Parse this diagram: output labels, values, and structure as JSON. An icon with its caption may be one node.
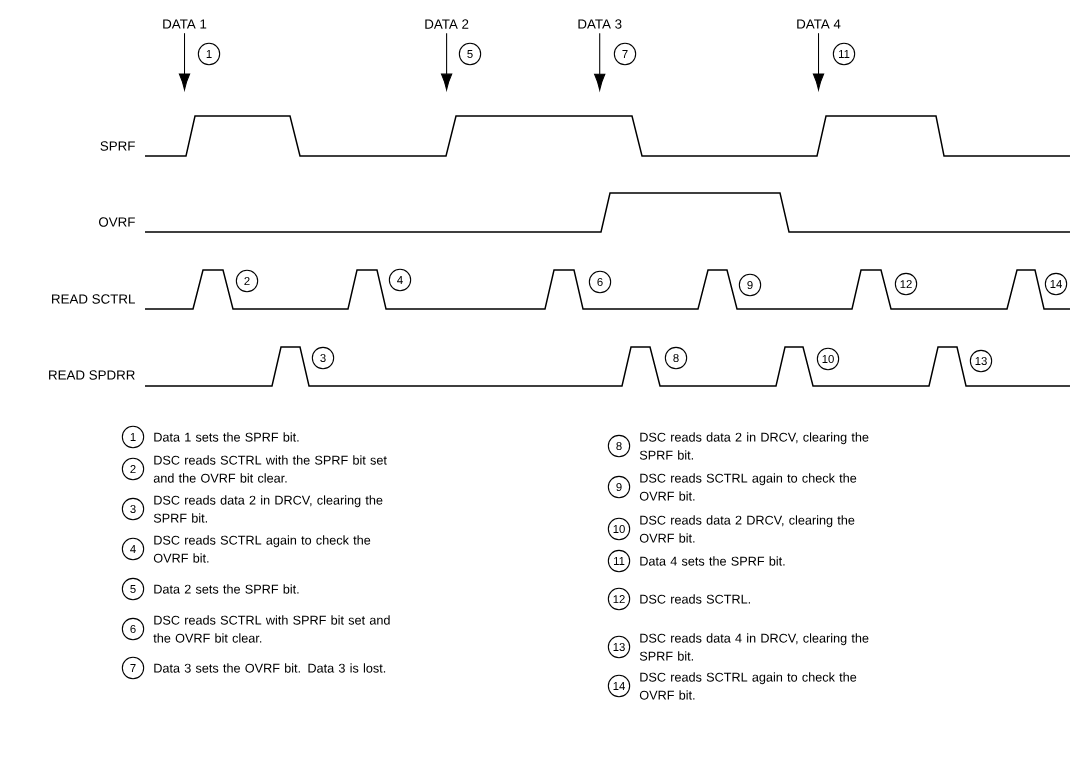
{
  "diagram": {
    "nodes": [
      {
        "text": [
          "DATA 1"
        ]
      },
      {
        "text": [
          "DATA 2"
        ]
      },
      {
        "text": [
          "DATA 3"
        ]
      },
      {
        "text": [
          "DATA 4"
        ]
      },
      {
        "text": [
          "1"
        ]
      },
      {
        "text": [
          "5"
        ]
      },
      {
        "text": [
          "7"
        ]
      },
      {
        "text": [
          "11"
        ]
      },
      {
        "text": [
          "2"
        ]
      },
      {
        "text": [
          "4"
        ]
      },
      {
        "text": [
          "6"
        ]
      },
      {
        "text": [
          "9"
        ]
      },
      {
        "text": [
          "12"
        ]
      },
      {
        "text": [
          "14"
        ]
      },
      {
        "text": [
          "3"
        ]
      },
      {
        "text": [
          "8"
        ]
      },
      {
        "text": [
          "10"
        ]
      },
      {
        "text": [
          "13"
        ]
      },
      {
        "text": [
          "1"
        ],
        "beside": [
          "Data 1 sets the SPRF bit."
        ]
      },
      {
        "text": [
          "2"
        ],
        "beside": [
          "DSC reads SCTRL with the SPRF bit set and the OVRF bit clear."
        ]
      },
      {
        "text": [
          "3"
        ],
        "beside": [
          "DSC reads data 2 in DRCV, clearing the SPRF bit."
        ]
      },
      {
        "text": [
          "4"
        ],
        "beside": [
          "DSC reads SCTRL again to check the OVRF bit."
        ]
      },
      {
        "text": [
          "5"
        ],
        "beside": [
          "Data 2 sets the SPRF bit."
        ]
      },
      {
        "text": [
          "6"
        ],
        "beside": [
          "DSC reads SCTRL with SPRF bit set and the OVRF bit clear."
        ]
      },
      {
        "text": [
          "7"
        ],
        "beside": [
          "Data 3 sets the OVRF bit. Data 3 is lost."
        ]
      },
      {
        "text": [
          "8"
        ],
        "beside": [
          "DSC reads data 2 in DRCV, clearing the SPRF bit."
        ]
      },
      {
        "text": [
          "9"
        ],
        "beside": [
          "DSC reads SCTRL again to check the OVRF bit."
        ]
      },
      {
        "text": [
          "10"
        ],
        "beside": [
          "DSC reads data 2 DRCV, clearing the OVRF bit."
        ]
      },
      {
        "text": [
          "11"
        ],
        "beside": [
          "Data 4 sets the SPRF bit."
        ]
      },
      {
        "text": [
          "12"
        ],
        "beside": [
          "DSC reads SCTRL."
        ]
      },
      {
        "text": [
          "13"
        ],
        "beside": [
          "DSC reads data 4 in DRCV, clearing the SPRF bit."
        ]
      },
      {
        "text": [
          "14"
        ],
        "beside": [
          "DSC reads SCTRL again to check the OVRF bit."
        ]
      }
    ],
    "edges": [
      {
        "from": 0,
        "to": null,
        "arrow": "to"
      },
      {
        "from": 1,
        "to": null,
        "arrow": "to"
      },
      {
        "from": 2,
        "to": null,
        "arrow": "to"
      },
      {
        "from": 3,
        "to": null,
        "arrow": "to"
      }
    ],
    "labels": [
      "SPRF",
      "OVRF",
      "READ SCTRL",
      "READ SPDRR"
    ]
  }
}
